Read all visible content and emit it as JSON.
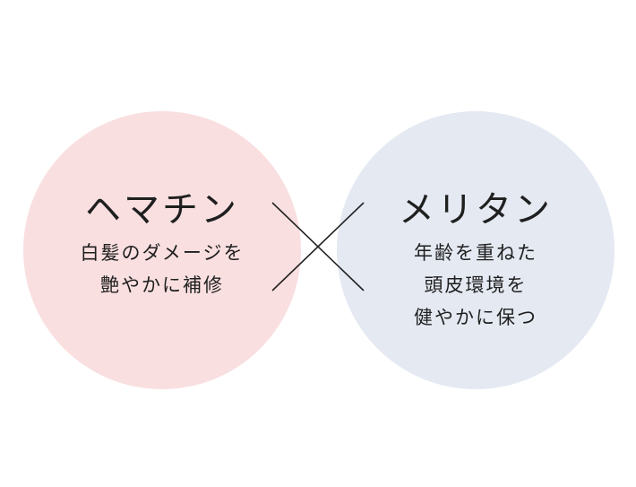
{
  "left": {
    "title": "ヘマチン",
    "lines": [
      "白髪のダメージを",
      "艶やかに補修"
    ],
    "color": "#f9dfe0"
  },
  "right": {
    "title": "メリタン",
    "lines": [
      "年齢を重ねた",
      "頭皮環境を",
      "健やかに保つ"
    ],
    "color": "#e4e9f2"
  },
  "cross_icon": "multiply-icon"
}
